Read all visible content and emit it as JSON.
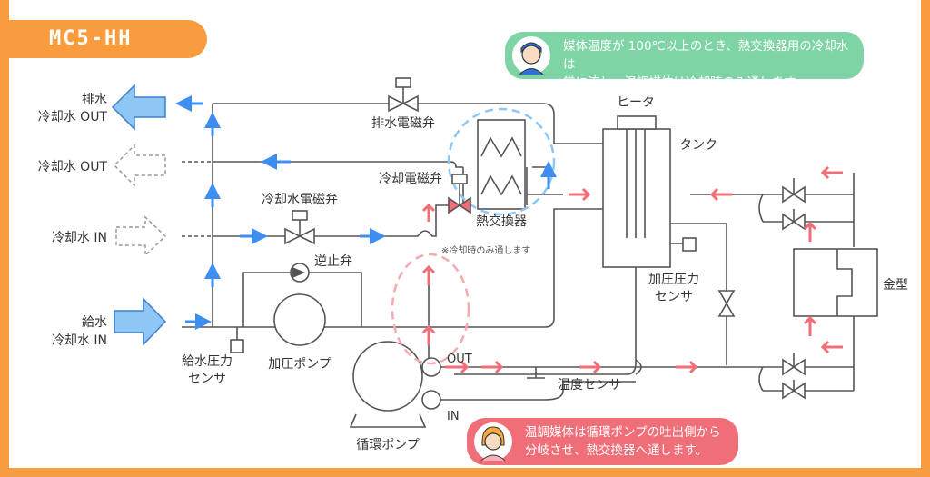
{
  "model": "MC5-HH",
  "notes": {
    "top_line1": "媒体温度が 100℃以上のとき、熱交換器用の冷却水は",
    "top_line2": "常に流し、温調媒体は冷却時のみ通します。",
    "bottom_line1": "温調媒体は循環ポンプの吐出側から",
    "bottom_line2": "分岐させ、熱交換器へ通します。"
  },
  "labels": {
    "drain_line1": "排水",
    "drain_line2": "冷却水 OUT",
    "cooling_out": "冷却水 OUT",
    "cooling_in": "冷却水 IN",
    "supply_line1": "給水",
    "supply_line2": "冷却水 IN",
    "drain_valve": "排水電磁弁",
    "cooling_valve": "冷却電磁弁",
    "coolwater_valve": "冷却水電磁弁",
    "check_valve": "逆止弁",
    "booster_pump": "加圧ポンプ",
    "supply_sensor_line1": "給水圧力",
    "supply_sensor_line2": "センサ",
    "heat_exchanger": "熱交換器",
    "cooling_only_note": "※冷却時のみ通します",
    "heater": "ヒータ",
    "tank": "タンク",
    "pressure_sensor_line1": "加圧圧力",
    "pressure_sensor_line2": "センサ",
    "mold": "金型",
    "temp_sensor": "温度センサ",
    "circ_pump": "循環ポンプ",
    "port_out": "OUT",
    "port_in": "IN"
  },
  "colors": {
    "frame": "#f89c3e",
    "water": "#3d8ef0",
    "medium": "#f06e78",
    "line": "#555555",
    "note_green": "#7fd4a5",
    "note_red": "#f06e78"
  }
}
